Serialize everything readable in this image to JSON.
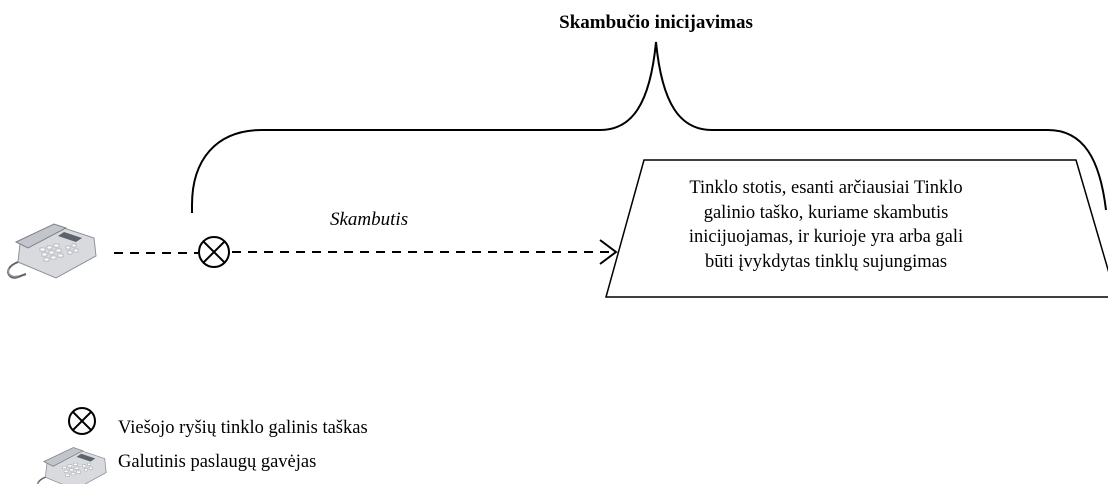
{
  "diagram": {
    "title": "Skambučio inicijavimas",
    "call_label": "Skambutis",
    "exchange_box_lines": [
      "Tinklo stotis, esanti arčiausiai Tinklo",
      "galinio taško, kuriame skambutis",
      "inicijuojamas, ir kurioje yra arba gali",
      "būti įvykdytas tinklų sujungimas"
    ]
  },
  "legend": {
    "endpoint": {
      "icon": "crossed-circle-icon",
      "label": "Viešojo ryšių tinklo galinis taškas"
    },
    "end_user": {
      "icon": "telephone-icon",
      "label": "Galutinis paslaugų gavėjas"
    }
  },
  "colors": {
    "line": "#000000",
    "phone_body": "#d8dade",
    "phone_shadow": "#8e939a",
    "phone_keys": "#ffffff"
  }
}
